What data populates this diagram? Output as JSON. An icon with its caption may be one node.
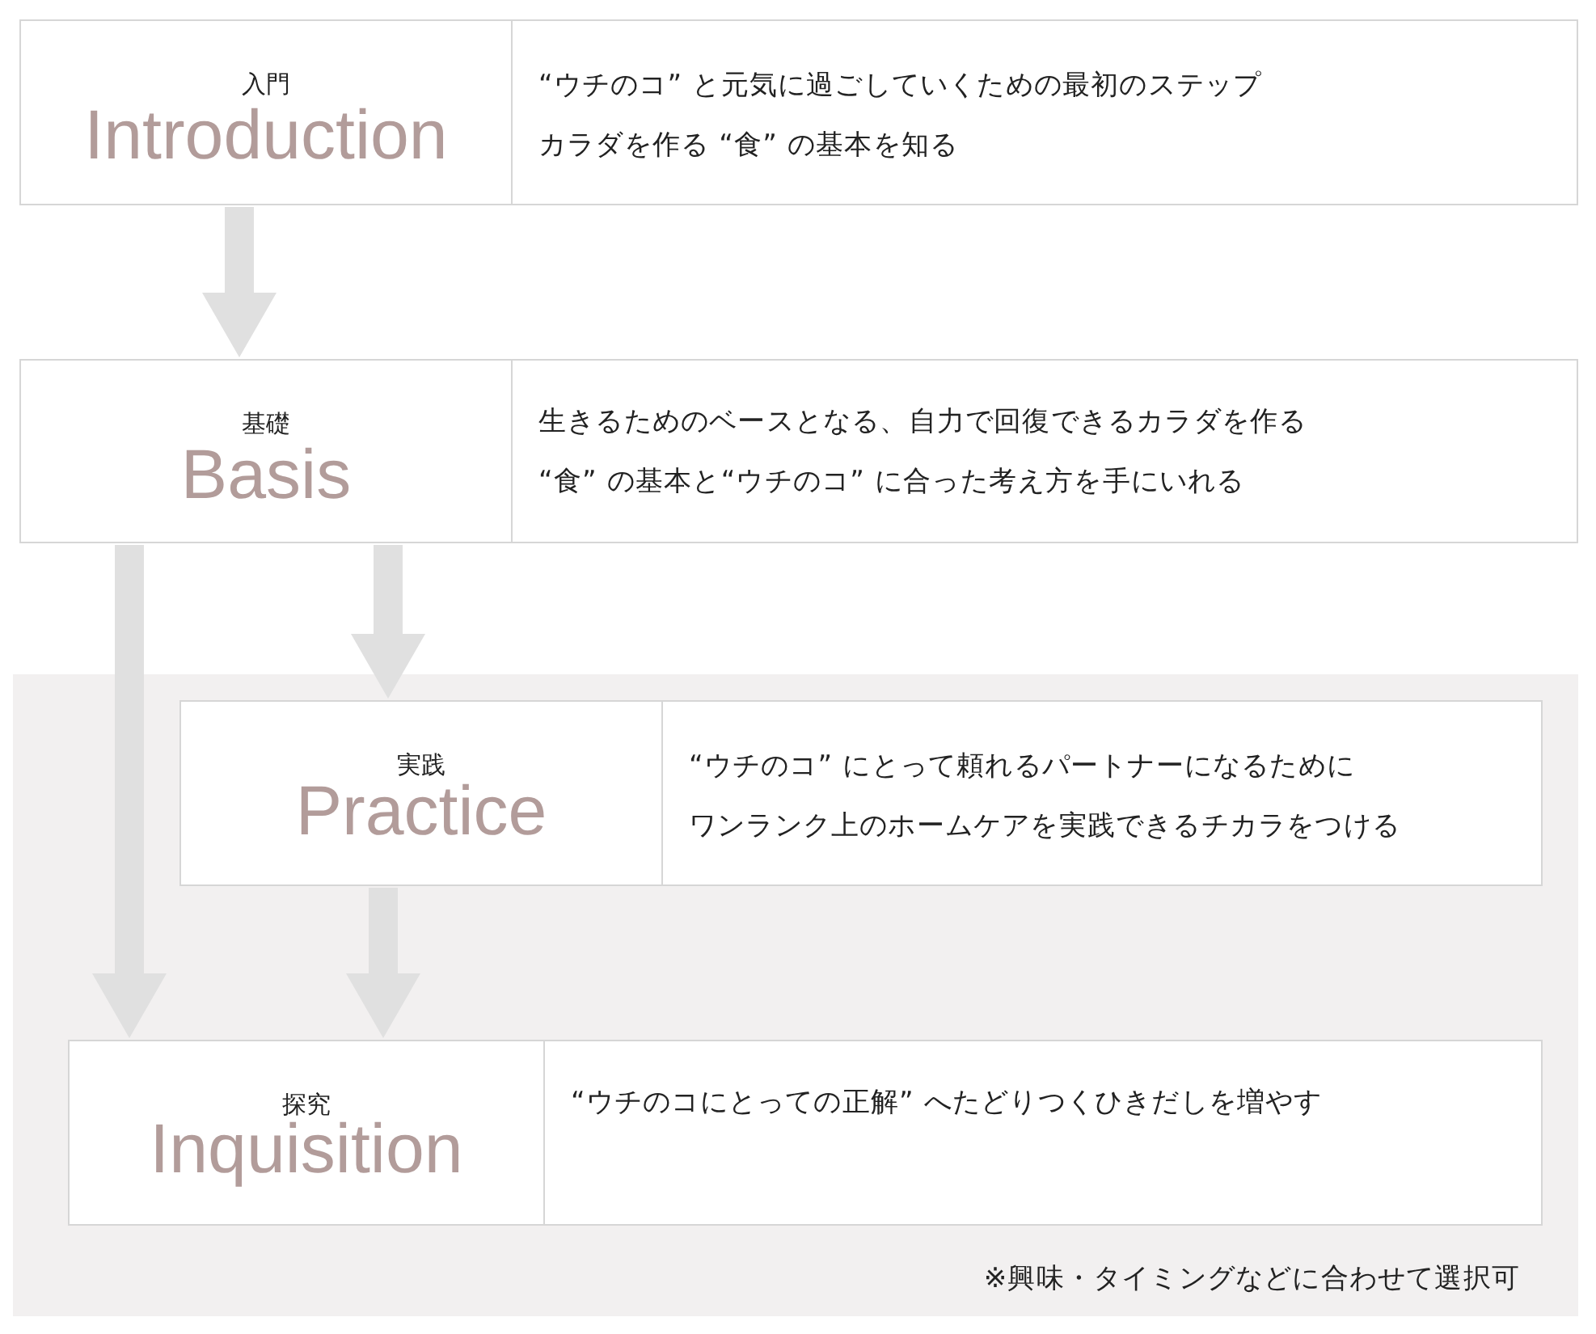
{
  "diagram": {
    "nodes": [
      {
        "text": [
          "入門",
          "Introduction",
          "“ウチのコ” と元気に過ごしていくための最初のステップカラダを作る “食” の基本を知る"
        ]
      },
      {
        "text": [
          "基礎",
          "Basis",
          "生きるためのベースとなる、自力で回復できるカラダを作る“食” の基本と“ウチのコ” に合った考え方を手にいれる"
        ]
      },
      {
        "text": [
          "※興味・タイミングなどに合わせて選択可"
        ]
      },
      {
        "text": [
          "実践",
          "Practice",
          "“ウチのコ” にとって頼れるパートナーになるためにワンランク上のホームケアを実践できるチカラをつける"
        ],
        "in": 2
      },
      {
        "text": [
          "探究",
          "Inquisition",
          "“ウチのコにとっての正解” へたどりつくひきだしを増やす"
        ],
        "in": 2
      }
    ],
    "edges": [
      {
        "from": 0,
        "to": 1,
        "arrow": "to"
      },
      {
        "from": 1,
        "to": 3,
        "arrow": "to"
      },
      {
        "from": 1,
        "to": 4,
        "arrow": "to"
      },
      {
        "from": 3,
        "to": 4,
        "arrow": "to"
      }
    ]
  }
}
